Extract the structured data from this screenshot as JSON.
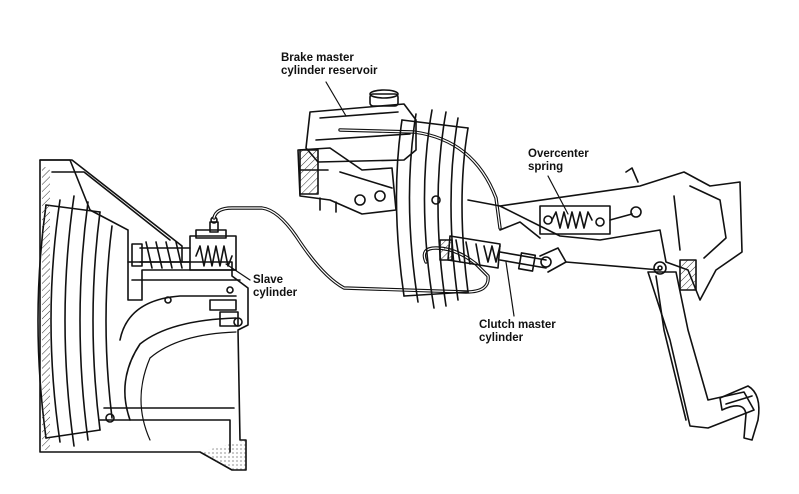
{
  "labels": {
    "brake_master_reservoir": [
      "Brake master",
      "cylinder reservoir"
    ],
    "overcenter_spring": [
      "Overcenter",
      "spring"
    ],
    "slave_cylinder": [
      "Slave",
      "cylinder"
    ],
    "clutch_master_cylinder": [
      "Clutch master",
      "cylinder"
    ]
  },
  "colors": {
    "ink": "#111111",
    "paper": "#ffffff",
    "shade": "#555555"
  }
}
